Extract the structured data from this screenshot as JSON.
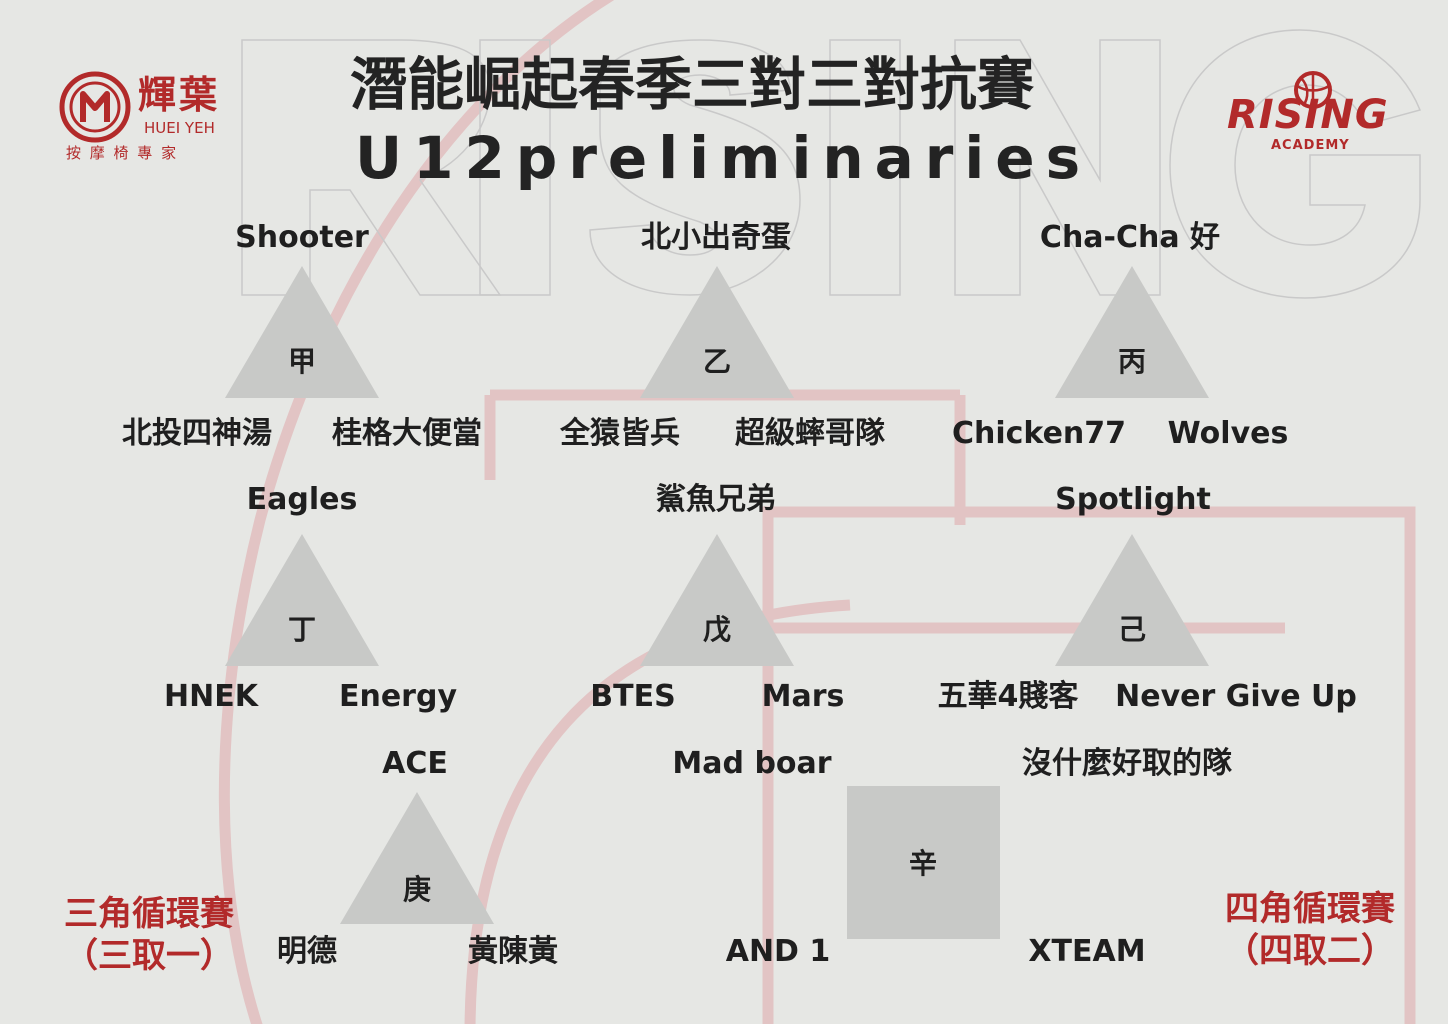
{
  "event": {
    "title_zh": "潛能崛起春季三對三對抗賽",
    "title_en": "U12preliminaries"
  },
  "sponsor": {
    "char_1": "輝",
    "char_2": "葉",
    "romanized": "HUEI YEH",
    "tagline": "按 摩 椅 專 家"
  },
  "academy": {
    "name": "RISING",
    "sub": "ACADEMY"
  },
  "groups": [
    {
      "label": "甲",
      "teams": [
        "Shooter",
        "北投四神湯",
        "桂格大便當"
      ]
    },
    {
      "label": "乙",
      "teams": [
        "北小出奇蛋",
        "全猿皆兵",
        "超級蟀哥隊"
      ]
    },
    {
      "label": "丙",
      "teams": [
        "Cha-Cha 好",
        "Chicken77",
        "Wolves"
      ]
    },
    {
      "label": "丁",
      "teams": [
        "Eagles",
        "HNEK",
        "Energy"
      ]
    },
    {
      "label": "戊",
      "teams": [
        "鯊魚兄弟",
        "BTES",
        "Mars"
      ]
    },
    {
      "label": "己",
      "teams": [
        "Spotlight",
        "五華4賤客",
        "Never Give Up"
      ]
    },
    {
      "label": "庚",
      "teams": [
        "ACE",
        "明德",
        "黃陳黃"
      ]
    },
    {
      "label": "辛",
      "teams": [
        "Mad boar",
        "沒什麼好取的隊",
        "AND 1",
        "XTEAM"
      ]
    }
  ],
  "formats": {
    "triangle": {
      "line1": "三角循環賽",
      "line2": "（三取一）"
    },
    "square": {
      "line1": "四角循環賽",
      "line2": "（四取二）"
    }
  },
  "colors": {
    "background": "#e6e7e4",
    "accent_red": "#b22a2a",
    "shape_grey": "#c8c9c7",
    "court_line": "#e2c4c4"
  }
}
